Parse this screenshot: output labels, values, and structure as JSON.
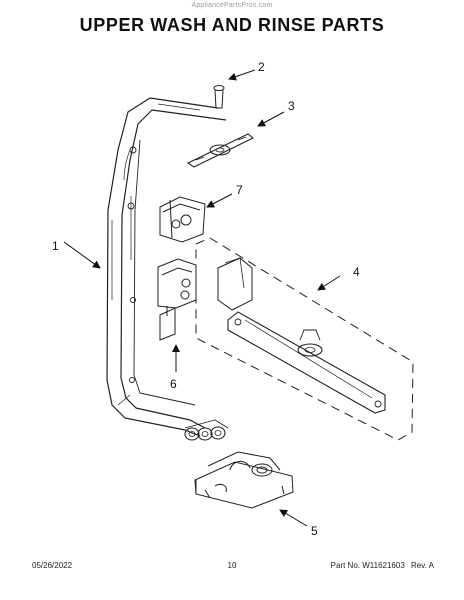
{
  "watermark": "AppliancePartsPros.com",
  "title": "UPPER WASH AND RINSE PARTS",
  "callouts": [
    "1",
    "2",
    "3",
    "4",
    "5",
    "6",
    "7"
  ],
  "footer": {
    "date": "05/26/2022",
    "page": "10",
    "part_number": "Part No. W11621603",
    "revision": "Rev. A"
  }
}
